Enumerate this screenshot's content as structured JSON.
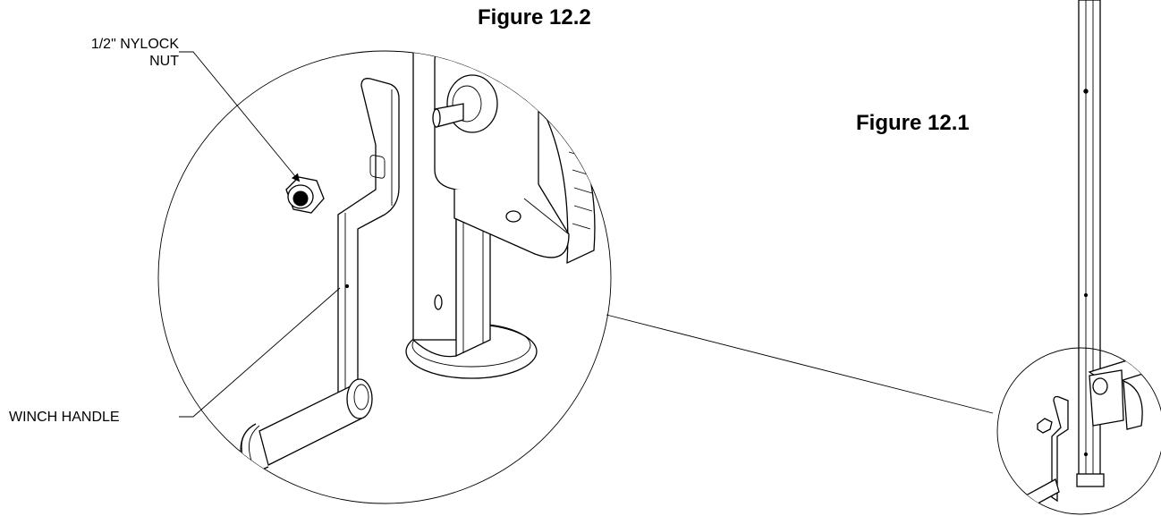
{
  "figures": {
    "detail_title": "Figure 12.2",
    "overview_title": "Figure 12.1"
  },
  "callouts": {
    "nut_line1": "1/2\" NYLOCK",
    "nut_line2": "NUT",
    "handle": "WINCH HANDLE"
  },
  "colors": {
    "line": "#000000",
    "background": "#ffffff"
  }
}
